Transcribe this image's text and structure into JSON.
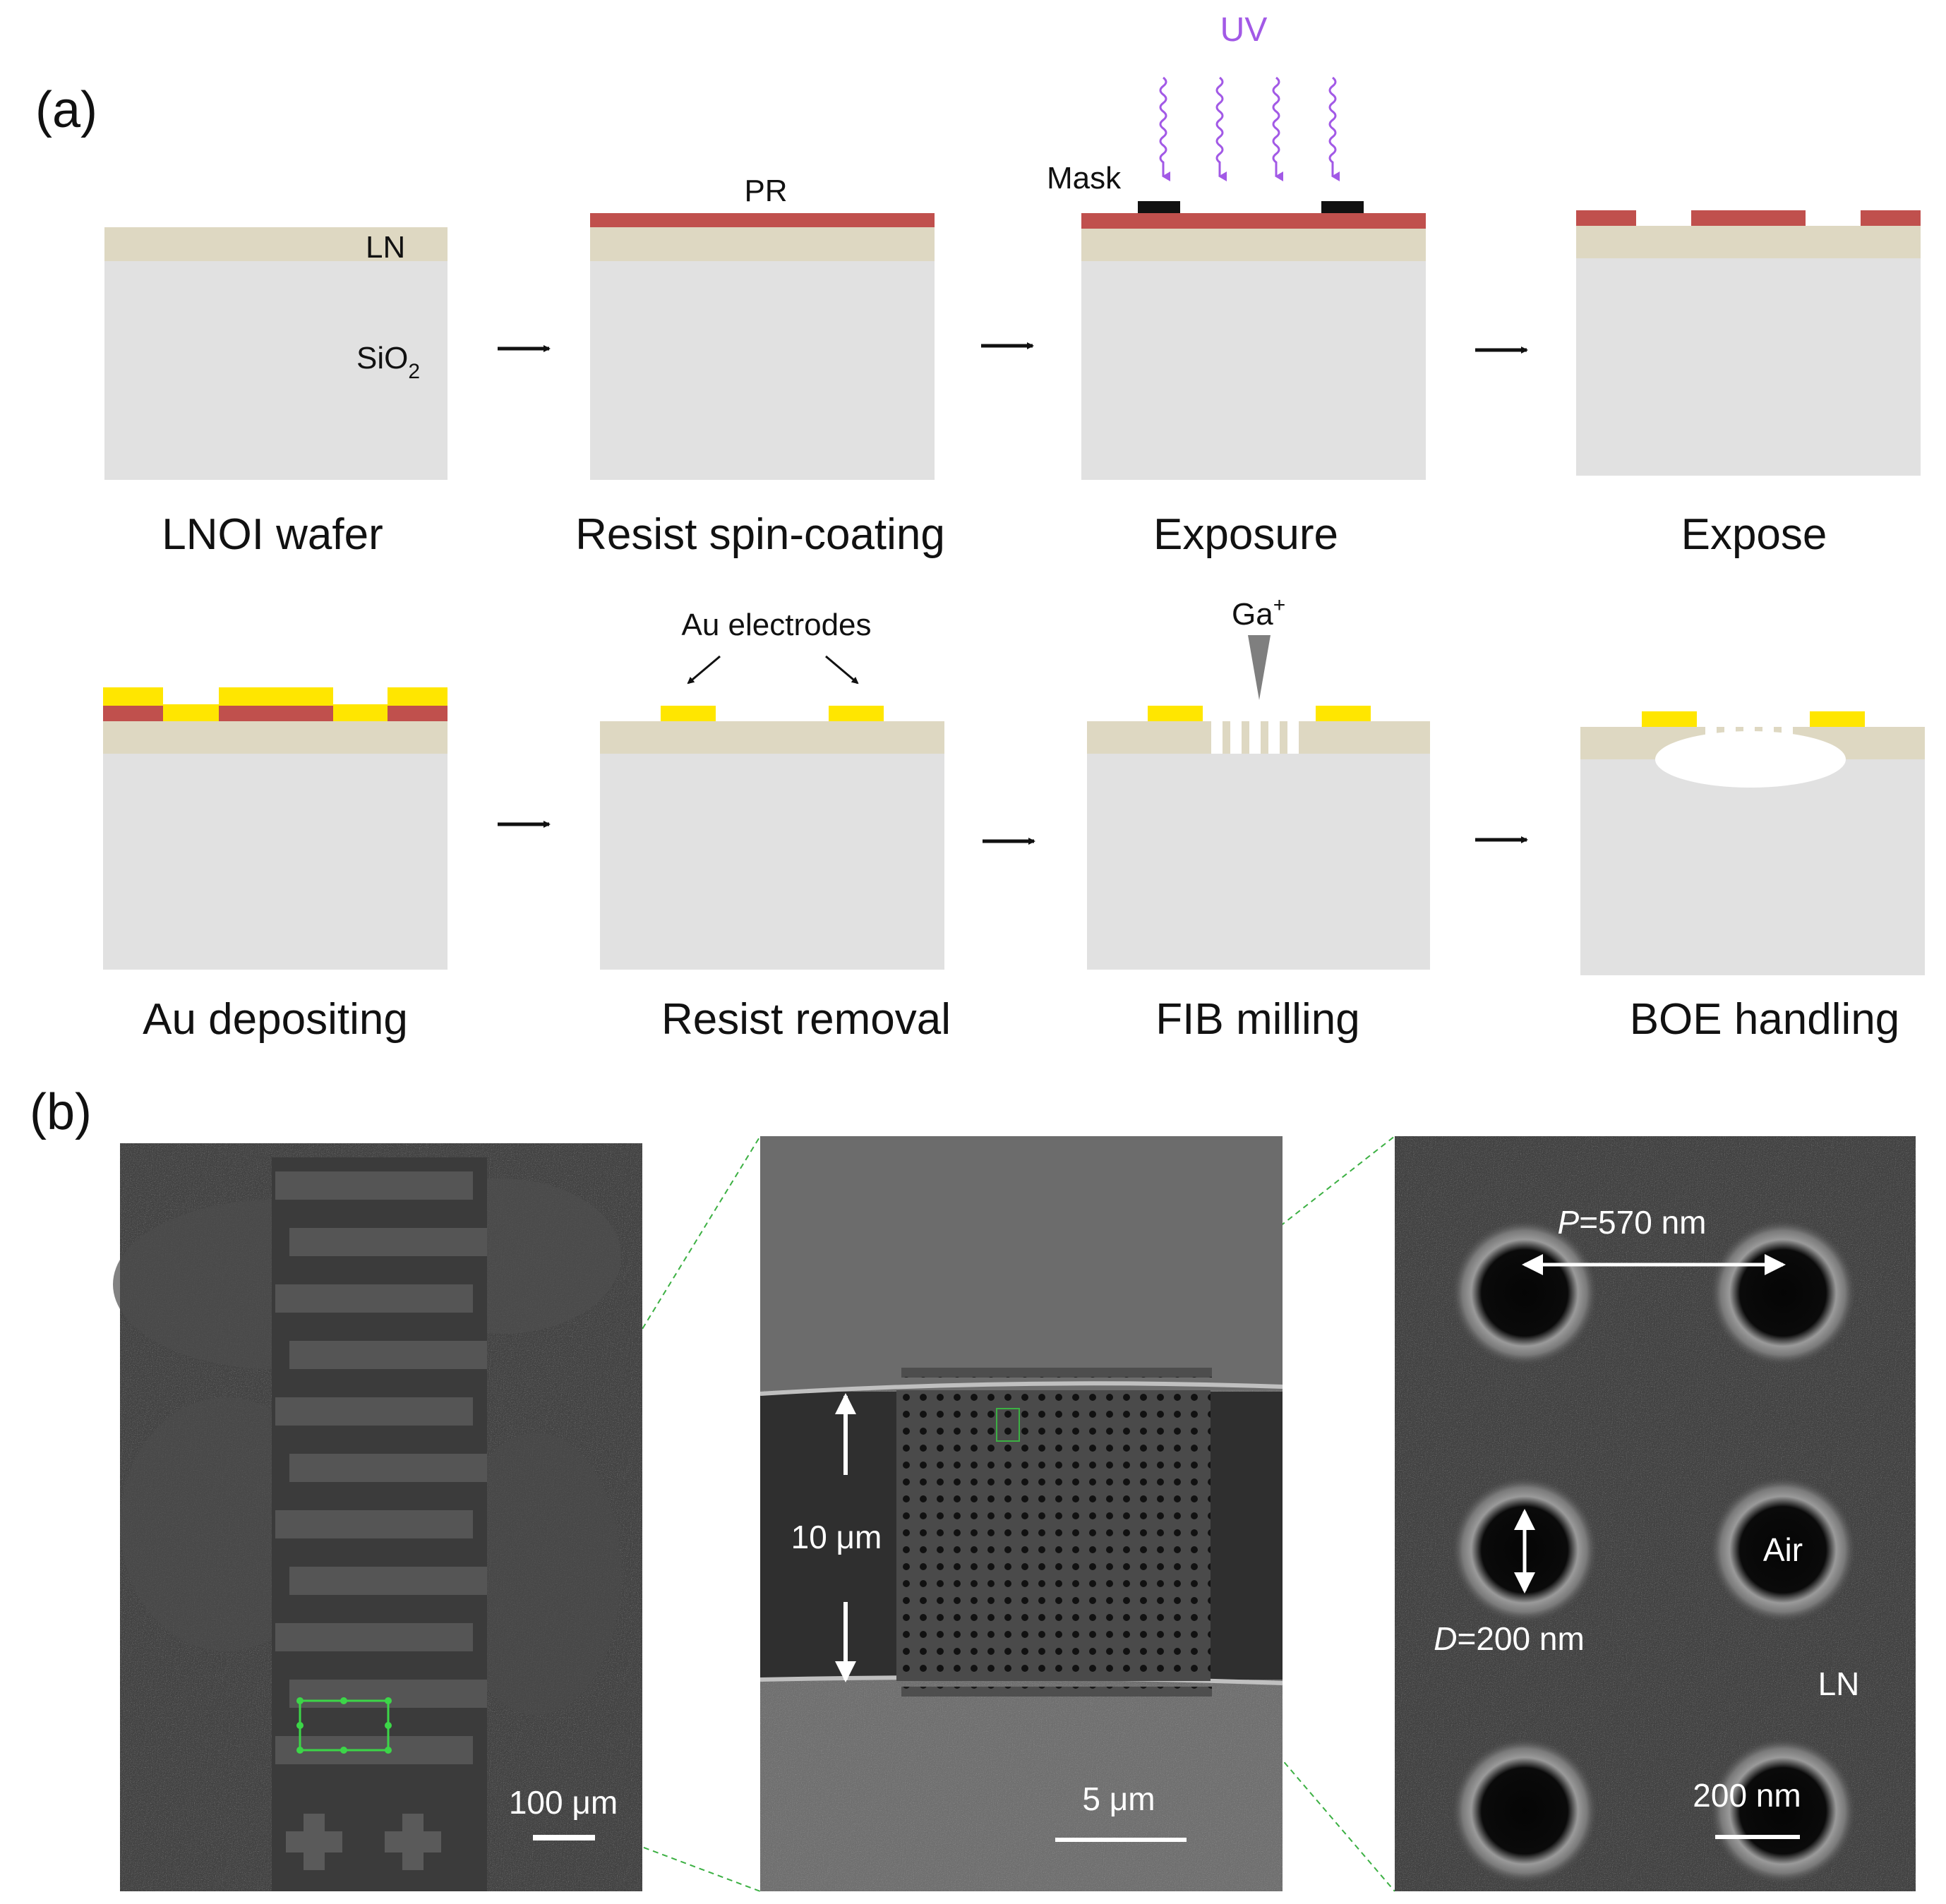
{
  "panel_a": {
    "label": "(a)",
    "top_row": {
      "step1_caption": "LNOI wafer",
      "step1_ln_label": "LN",
      "step1_sio2_label": "SiO",
      "step1_sio2_sub": "2",
      "step2_caption": "Resist spin-coating",
      "step2_pr_label": "PR",
      "step3_caption": "Exposure",
      "step3_mask_label": "Mask",
      "step3_uv_label": "UV",
      "step4_caption": "Expose"
    },
    "bottom_row": {
      "step5_caption": "Au depositing",
      "step6_caption": "Resist removal",
      "step6_au_label": "Au electrodes",
      "step7_caption": "FIB milling",
      "step7_ga_label": "Ga",
      "step7_ga_sup": "+",
      "step8_caption": "BOE handling"
    }
  },
  "panel_b": {
    "label": "(b)",
    "left_scale": "100 μm",
    "middle_scale": "5 μm",
    "middle_height_label": "10 μm",
    "right_scale": "200 nm",
    "right_period_italic": "P",
    "right_period_value": "=570 nm",
    "right_diameter_italic": "D",
    "right_diameter_value": "=200 nm",
    "right_air_label": "Air",
    "right_ln_label": "LN"
  },
  "colors": {
    "ln_layer": "#ded8c2",
    "sio2_substrate": "#e1e1e1",
    "photoresist": "#c0504d",
    "gold": "#ffe600",
    "uv": "#a259e6",
    "sem_dark": "#3a3a3a"
  }
}
